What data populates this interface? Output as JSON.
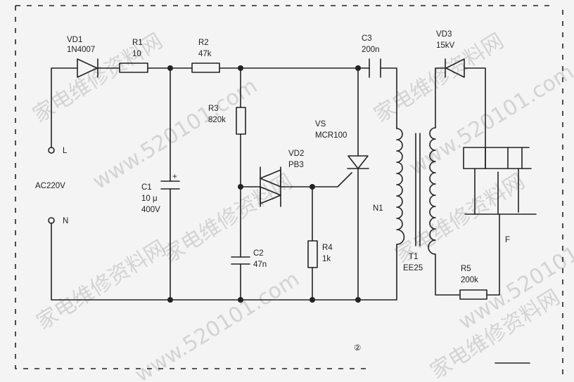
{
  "labels": {
    "vd1_name": "VD1",
    "vd1_part": "1N4007",
    "r1_name": "R1",
    "r1_value": "10",
    "r2_name": "R2",
    "r2_value": "47k",
    "c3_name": "C3",
    "c3_value": "200n",
    "vd3_name": "VD3",
    "vd3_value": "15kV",
    "r3_name": "R3",
    "r3_value": "820k",
    "vs_name": "VS",
    "vs_part": "MCR100",
    "vd2_name": "VD2",
    "vd2_part": "PB3",
    "terminal_l": "L",
    "source": "AC220V",
    "terminal_n": "N",
    "c1_name": "C1",
    "c1_value": "10 μ",
    "c1_voltage": "400V",
    "c1_polarity": "+",
    "c2_name": "C2",
    "c2_value": "47n",
    "r4_name": "R4",
    "r4_value": "1k",
    "n1_name": "N1",
    "t1_name": "T1",
    "t1_core": "EE25",
    "r5_name": "R5",
    "r5_value": "200k",
    "load": "F",
    "figure_number": "②"
  },
  "watermarks": [
    "家电维修资料网",
    "www.520101.com",
    "家电维修资料网",
    "家电维修资料网",
    "www.520101.com",
    "家电维修资料网",
    "www.520101.com",
    "家电维修资料网",
    "家电维修资料网",
    "www.520101.com"
  ],
  "colors": {
    "ink": "#222222",
    "background": "#f4f4f4",
    "watermark": "#b9b9b9"
  }
}
